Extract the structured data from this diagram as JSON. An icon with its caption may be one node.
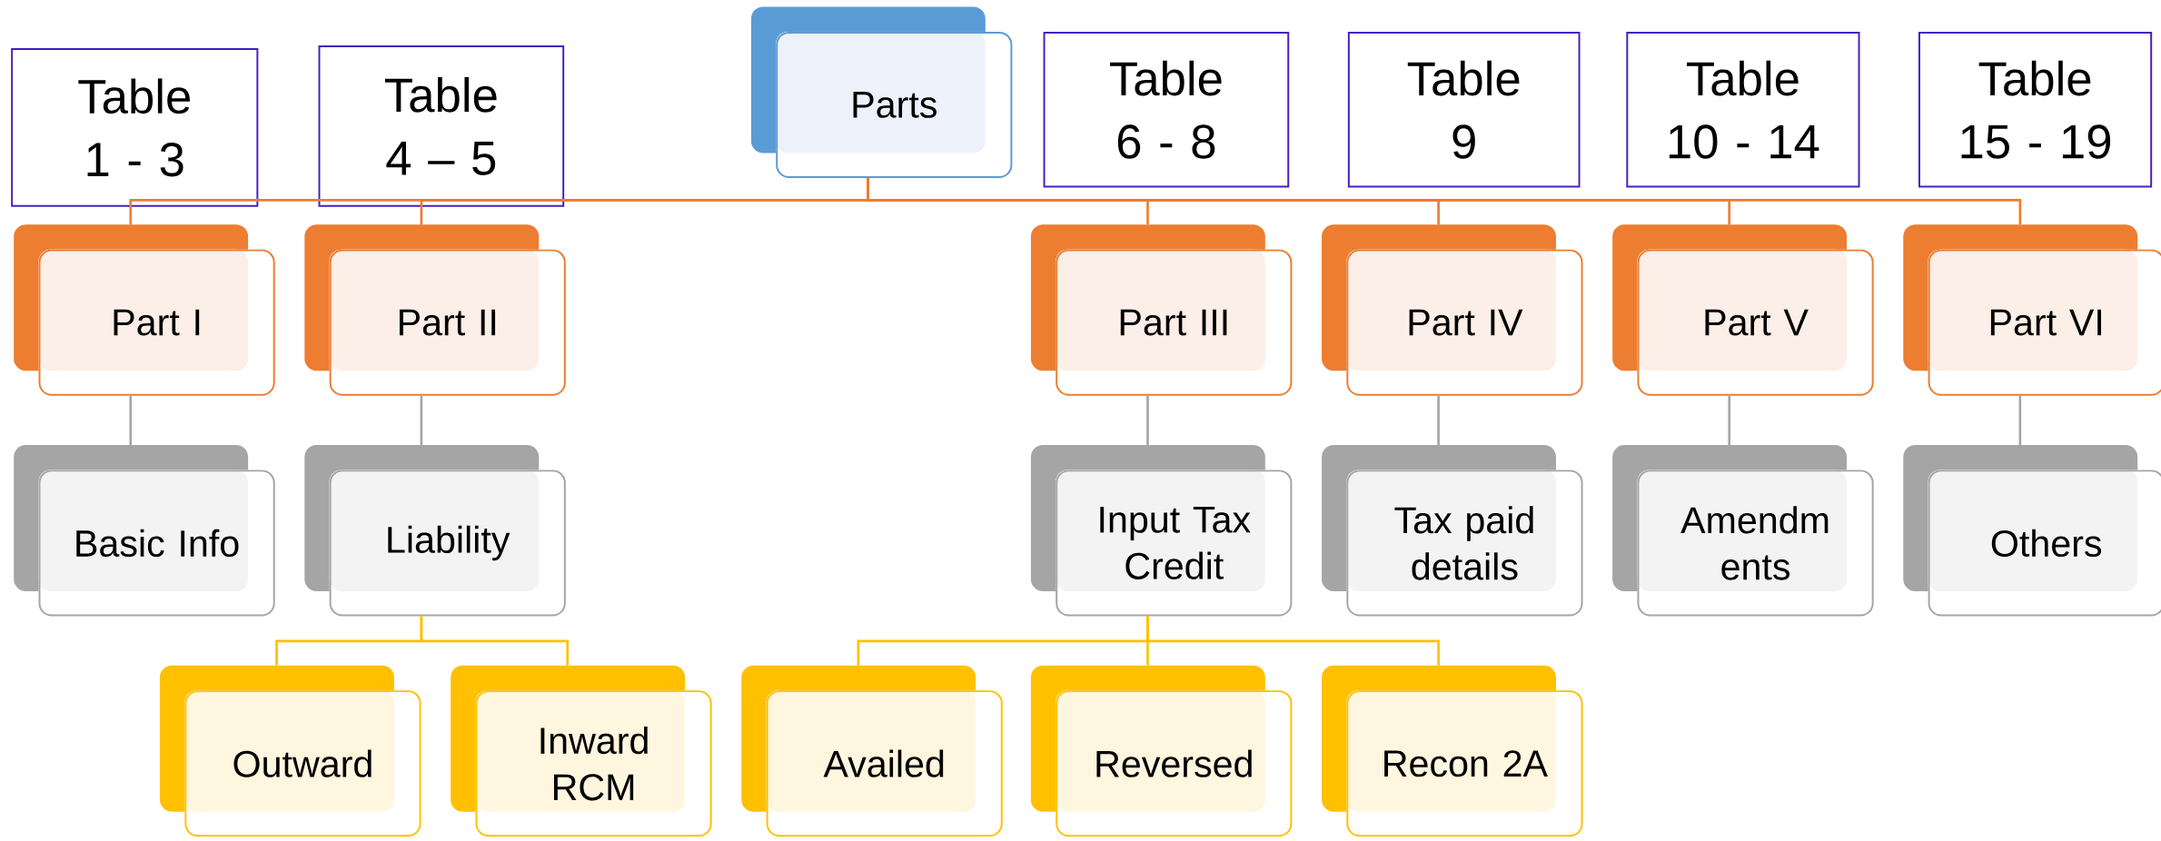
{
  "diagram": {
    "nodes": [
      {
        "text": [
          "Table 1 - 3"
        ]
      },
      {
        "text": [
          "Table 4 – 5"
        ]
      },
      {
        "text": [
          "Parts"
        ]
      },
      {
        "text": [
          "Table 6 - 8"
        ]
      },
      {
        "text": [
          "Table 9"
        ]
      },
      {
        "text": [
          "Table 10 - 14"
        ]
      },
      {
        "text": [
          "Table 15 - 19"
        ]
      },
      {
        "text": [
          "Part I"
        ]
      },
      {
        "text": [
          "Part II"
        ]
      },
      {
        "text": [
          "Part III"
        ]
      },
      {
        "text": [
          "Part IV"
        ]
      },
      {
        "text": [
          "Part V"
        ]
      },
      {
        "text": [
          "Part VI"
        ]
      },
      {
        "text": [
          "Basic Info"
        ]
      },
      {
        "text": [
          "Liability"
        ]
      },
      {
        "text": [
          "Input Tax Credit"
        ]
      },
      {
        "text": [
          "Tax paid details"
        ]
      },
      {
        "text": [
          "Amendm ents"
        ]
      },
      {
        "text": [
          "Others"
        ]
      },
      {
        "text": [
          "Outward"
        ]
      },
      {
        "text": [
          "Inward RCM"
        ]
      },
      {
        "text": [
          "Availed"
        ]
      },
      {
        "text": [
          "Reversed"
        ]
      },
      {
        "text": [
          "Recon 2A"
        ]
      }
    ],
    "edges": [
      {
        "from": 2,
        "to": 7,
        "arrow": "none",
        "color": "#ed7d31"
      },
      {
        "from": 2,
        "to": 8,
        "arrow": "none",
        "color": "#ed7d31"
      },
      {
        "from": 2,
        "to": 9,
        "arrow": "none",
        "color": "#ed7d31"
      },
      {
        "from": 2,
        "to": 10,
        "arrow": "none",
        "color": "#ed7d31"
      },
      {
        "from": 2,
        "to": 11,
        "arrow": "none",
        "color": "#ed7d31"
      },
      {
        "from": 2,
        "to": 12,
        "arrow": "none",
        "color": "#ed7d31"
      },
      {
        "from": 7,
        "to": 13,
        "arrow": "none",
        "color": "#a5a5a5"
      },
      {
        "from": 8,
        "to": 14,
        "arrow": "none",
        "color": "#a5a5a5"
      },
      {
        "from": 9,
        "to": 15,
        "arrow": "none",
        "color": "#a5a5a5"
      },
      {
        "from": 10,
        "to": 16,
        "arrow": "none",
        "color": "#a5a5a5"
      },
      {
        "from": 11,
        "to": 17,
        "arrow": "none",
        "color": "#a5a5a5"
      },
      {
        "from": 12,
        "to": 18,
        "arrow": "none",
        "color": "#a5a5a5"
      },
      {
        "from": 14,
        "to": 19,
        "arrow": "none",
        "color": "#ffc000"
      },
      {
        "from": 14,
        "to": 20,
        "arrow": "none",
        "color": "#ffc000"
      },
      {
        "from": 15,
        "to": 21,
        "arrow": "none",
        "color": "#ffc000"
      },
      {
        "from": 15,
        "to": 22,
        "arrow": "none",
        "color": "#ffc000"
      },
      {
        "from": 15,
        "to": 23,
        "arrow": "none",
        "color": "#ffc000"
      }
    ]
  }
}
